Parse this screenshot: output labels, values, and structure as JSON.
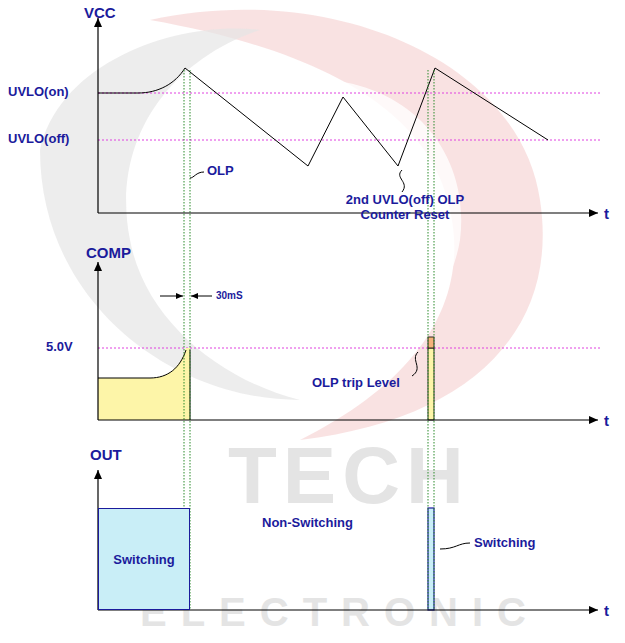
{
  "diagram": {
    "nodes": [
      {
        "text": [
          "Switching"
        ]
      }
    ],
    "labels": [
      "VCC",
      "UVLO(on)",
      "UVLO(off)",
      "t",
      "OLP",
      "2nd UVLO(off) OLP Counter Reset",
      "COMP",
      "30mS",
      "5.0V",
      "t",
      "OLP trip Level",
      "OUT",
      "Non-Switching",
      "Switching",
      "t",
      "TECH",
      "ELECTRONIC"
    ]
  }
}
